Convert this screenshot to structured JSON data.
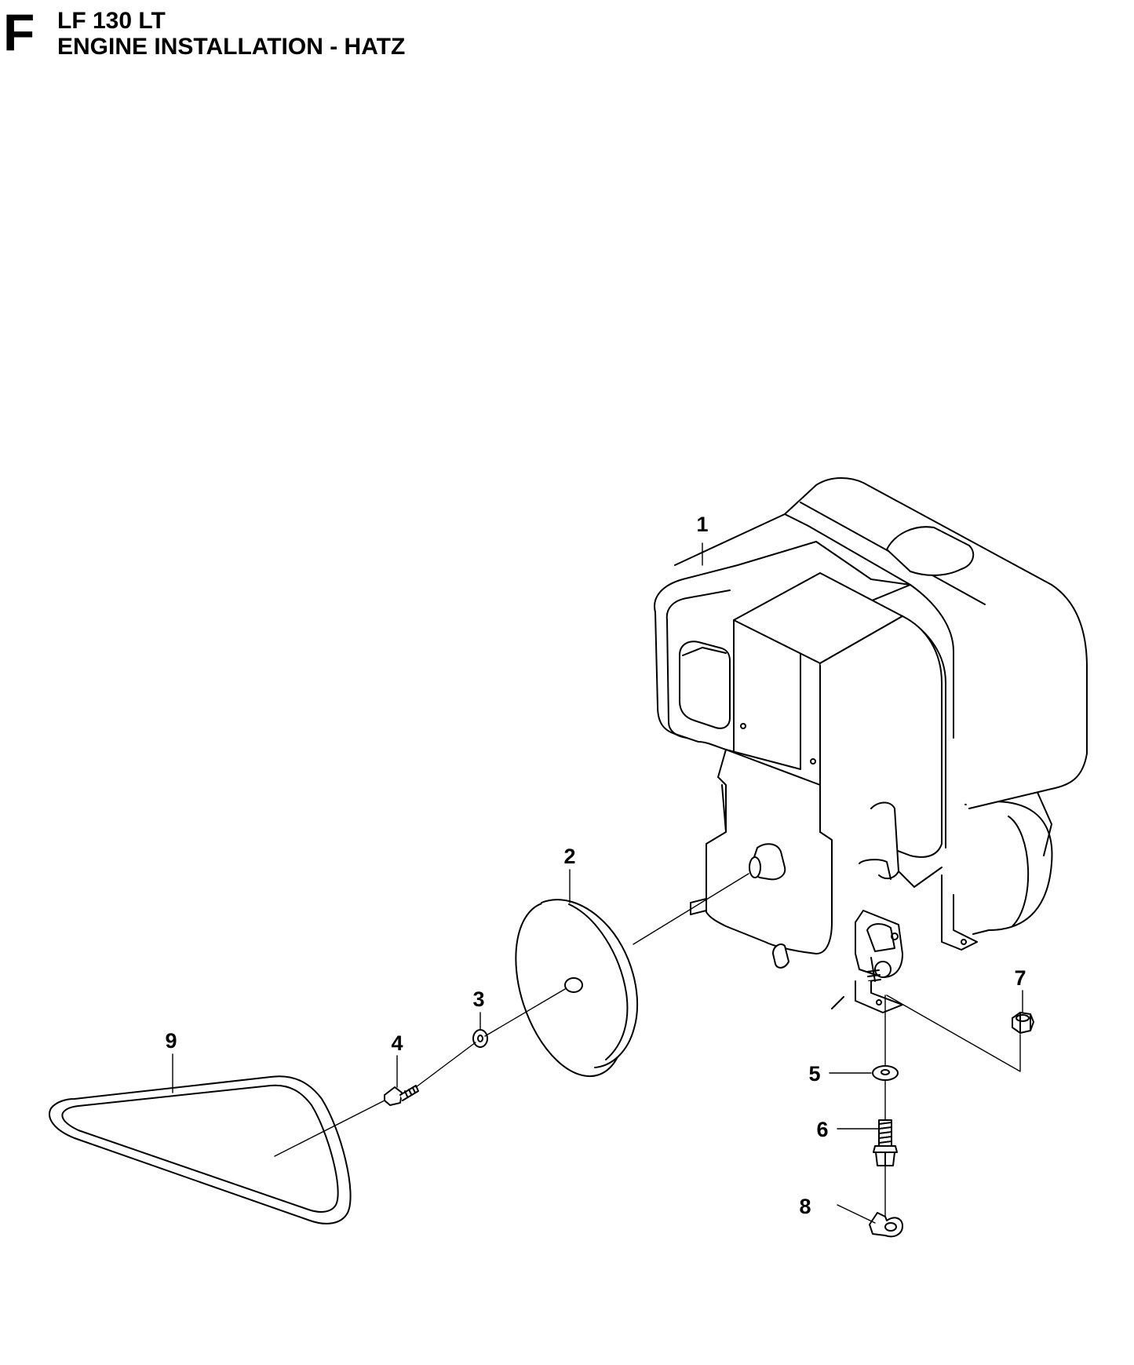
{
  "header": {
    "section_letter": "F",
    "model": "LF 130 LT",
    "title": "ENGINE INSTALLATION - HATZ"
  },
  "callouts": [
    "1",
    "2",
    "3",
    "4",
    "5",
    "6",
    "7",
    "8",
    "9"
  ]
}
